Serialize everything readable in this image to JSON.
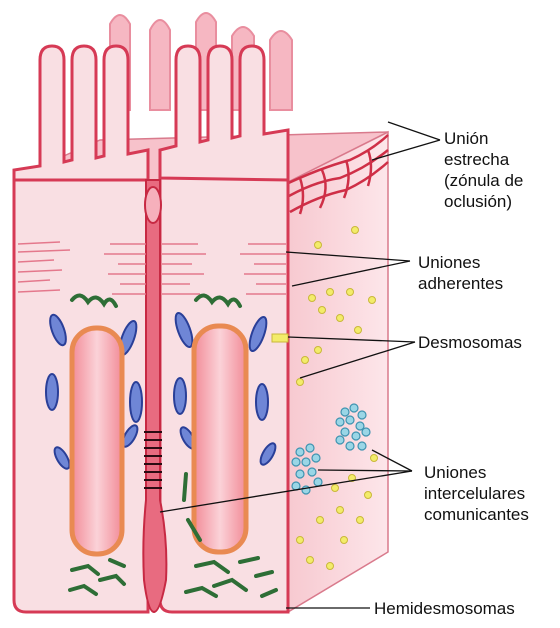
{
  "labels": {
    "tight_junction": [
      "Unión",
      "estrecha",
      "(zónula de",
      "oclusión)"
    ],
    "adherens": [
      "Uniones",
      "adherentes"
    ],
    "desmosomes": [
      "Desmosomas"
    ],
    "gap_junctions": [
      "Uniones",
      "intercelulares",
      "comunicantes"
    ],
    "hemidesmosomes": [
      "Hemidesmosomas"
    ]
  },
  "colors": {
    "membrane": "#d63a55",
    "cytoplasm": "#f9dfe3",
    "cytoplasm_side": "#f4c3cb",
    "nucleus_fill": "#f3a9b4",
    "nucleus_rim": "#e98a52",
    "mitochondria": "#3d55b0",
    "golgi": "#2e6e36",
    "yellow_dots": "#f3ec6a",
    "gap_dots": "#7dc7dd",
    "leader": "#111111"
  },
  "icons": [
    "mitochondria-icon",
    "golgi-icon",
    "nucleus-icon",
    "microvilli-icon"
  ]
}
